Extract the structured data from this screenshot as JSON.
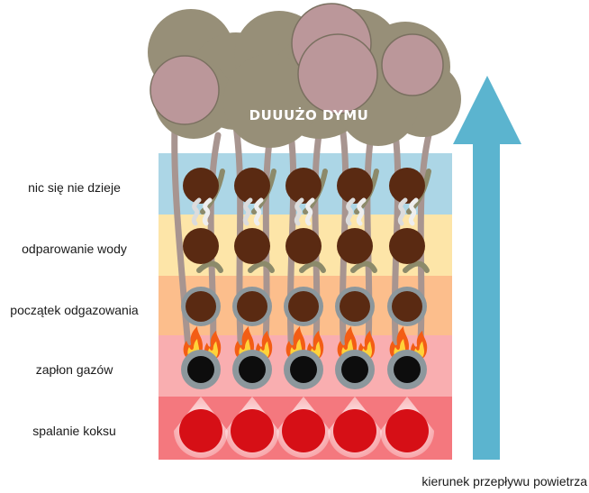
{
  "smoke_label": "DUUUŻO DYMU",
  "zones": [
    {
      "label": "nic się nie dzieje",
      "color": "#acd6e6"
    },
    {
      "label": "odparowanie wody",
      "color": "#fde5a8"
    },
    {
      "label": "początek odgazowania",
      "color": "#fcbe8c"
    },
    {
      "label": "zapłon gazów",
      "color": "#f9aeb0"
    },
    {
      "label": "spalanie koksu",
      "color": "#f4787e"
    }
  ],
  "airflow_label": "kierunek przepływu powietrza",
  "colors": {
    "smoke": "#978f78",
    "smoke_puff": "#bb979a",
    "stream": "#a89590",
    "fuel_brown": "#5a2a12",
    "char_black": "#0d0d0d",
    "ember_red": "#d60f16",
    "ash_ring": "#8c979c",
    "arrow": "#5bb4cf",
    "flame_outer": "#f35d14",
    "flame_inner": "#ffd23a"
  },
  "columns": 5
}
